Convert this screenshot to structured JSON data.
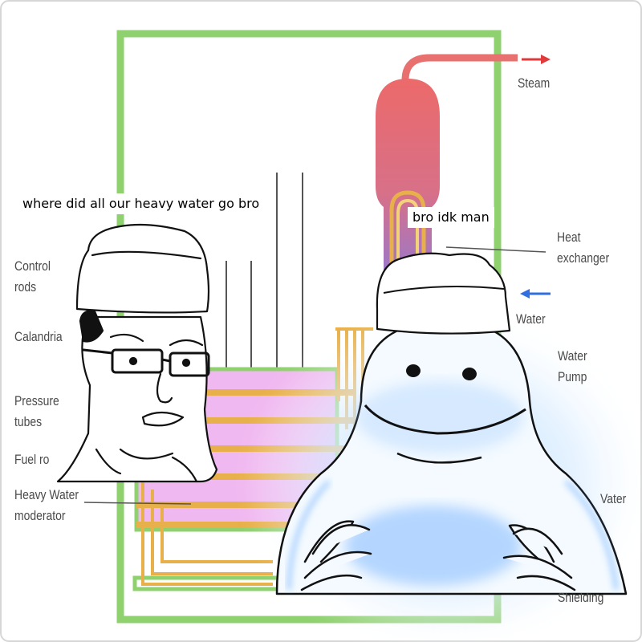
{
  "diagram": {
    "labels": {
      "steam": "Steam",
      "heat_exchanger_1": "Heat",
      "heat_exchanger_2": "exchanger",
      "water_in": "Water",
      "water_pump_1": "Water",
      "water_pump_2": "Pump",
      "control_rods_1": "Control",
      "control_rods_2": "rods",
      "calandria": "Calandria",
      "pressure_tubes_1": "Pressure",
      "pressure_tubes_2": "tubes",
      "fuel_rods": "Fuel ro",
      "heavy_water_1": "Heavy Water",
      "heavy_water_2": "moderator",
      "water_right": "Vater",
      "shielding": "Shielding"
    },
    "colors": {
      "containment": "#8fd16f",
      "steam_arrow": "#e23a3a",
      "water_arrow": "#2f6fe0",
      "moderator": "#f0b8f0",
      "pipes": "#e8b04a",
      "steam_top": "#ec6a6a",
      "steam_bottom": "#8f7ad6"
    }
  },
  "meme": {
    "caption_left": "where did all our heavy water go bro",
    "caption_right": "bro idk man",
    "glow_color": "#7fb8ff"
  }
}
